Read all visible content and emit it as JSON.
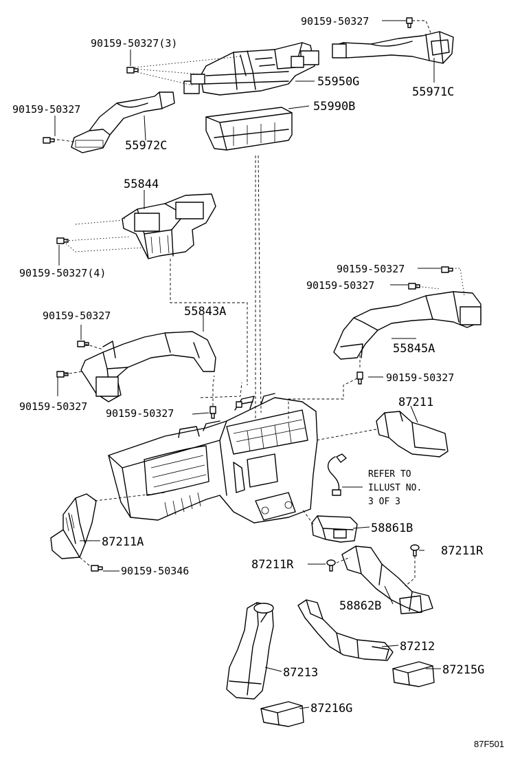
{
  "diagram": {
    "diagram_code": "87F501",
    "note": [
      "REFER TO",
      "ILLUST NO.",
      "3 OF 3"
    ],
    "labels": {
      "bolt_top_right": "90159-50327",
      "bolt_top_left_3": "90159-50327(3)",
      "duct_55950G": "55950G",
      "duct_55971C": "55971C",
      "bolt_left_upper": "90159-50327",
      "duct_55990B": "55990B",
      "duct_55972C": "55972C",
      "duct_55844": "55844",
      "bolt_55844_4": "90159-50327(4)",
      "bolt_right_a": "90159-50327",
      "bolt_right_b": "90159-50327",
      "bolt_left_mid": "90159-50327",
      "duct_55843A": "55843A",
      "duct_55845A": "55845A",
      "bolt_right_c": "90159-50327",
      "bolt_left_low": "90159-50327",
      "bolt_center": "90159-50327",
      "duct_87211": "87211",
      "duct_87211A": "87211A",
      "duct_58861B": "58861B",
      "clip_87211R_right": "87211R",
      "bolt_50346": "90159-50346",
      "clip_87211R_left": "87211R",
      "duct_58862B": "58862B",
      "duct_87212": "87212",
      "duct_87213": "87213",
      "pad_87215G": "87215G",
      "pad_87216G": "87216G"
    }
  }
}
